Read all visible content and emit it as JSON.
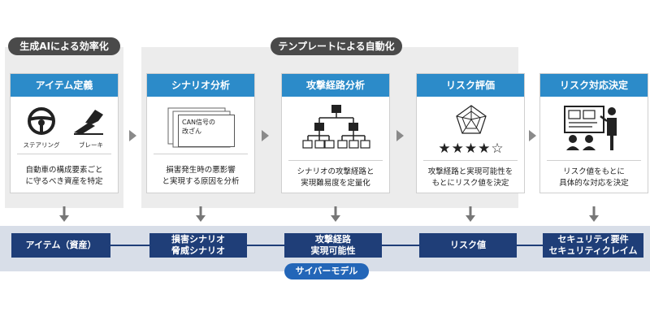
{
  "groups": {
    "ai_label": "生成AIによる効率化",
    "template_label": "テンプレートによる自動化"
  },
  "steps": [
    {
      "title": "アイテム定義",
      "desc_1": "自動車の構成要素ごと",
      "desc_2": "に守るべき資産を特定",
      "icon_labels": [
        "ステアリング",
        "ブレーキ"
      ]
    },
    {
      "title": "シナリオ分析",
      "desc_1": "損害発生時の悪影響",
      "desc_2": "と実現する原因を分析",
      "note_1": "CAN信号の",
      "note_2": "改ざん"
    },
    {
      "title": "攻撃経路分析",
      "desc_1": "シナリオの攻撃経路と",
      "desc_2": "実現難易度を定量化"
    },
    {
      "title": "リスク評価",
      "desc_1": "攻撃経路と実現可能性を",
      "desc_2": "もとにリスク値を決定",
      "stars": "★★★★☆"
    },
    {
      "title": "リスク対応決定",
      "desc_1": "リスク値をもとに",
      "desc_2": "具体的な対応を決定"
    }
  ],
  "model": {
    "label": "サイバーモデル",
    "boxes": [
      {
        "line1": "アイテム（資産）",
        "line2": ""
      },
      {
        "line1": "損害シナリオ",
        "line2": "脅威シナリオ"
      },
      {
        "line1": "攻撃経路",
        "line2": "実現可能性"
      },
      {
        "line1": "リスク値",
        "line2": ""
      },
      {
        "line1": "セキュリティ要件",
        "line2": "セキュリティクレイム"
      }
    ]
  },
  "colors": {
    "card_header": "#2c8bc9",
    "model_box": "#1f3e78",
    "model_label": "#2366b8",
    "group_label": "#4a4a4a"
  },
  "icons": [
    "steering-wheel-icon",
    "brake-pedal-icon",
    "document-stack-icon",
    "attack-tree-icon",
    "radar-chart-icon",
    "presentation-icon"
  ]
}
